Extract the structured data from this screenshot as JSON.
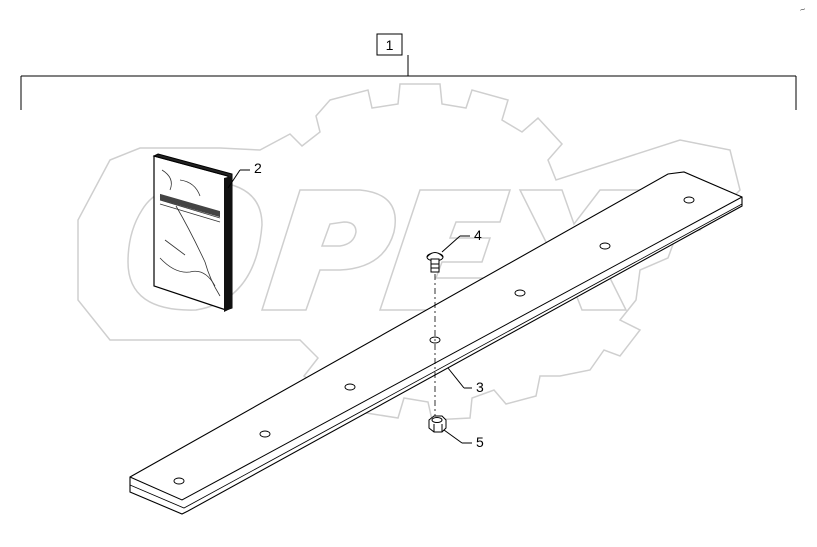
{
  "watermark": {
    "text": "OPEX",
    "color": "#d0d0d0"
  },
  "callouts": {
    "kit": "1",
    "manual": "2",
    "blade": "3",
    "bolt": "4",
    "nut": "5"
  },
  "corner_mark": "~",
  "colors": {
    "line": "#000000",
    "watermark_stroke": "#cfcfcf",
    "manual_dark": "#222222"
  }
}
